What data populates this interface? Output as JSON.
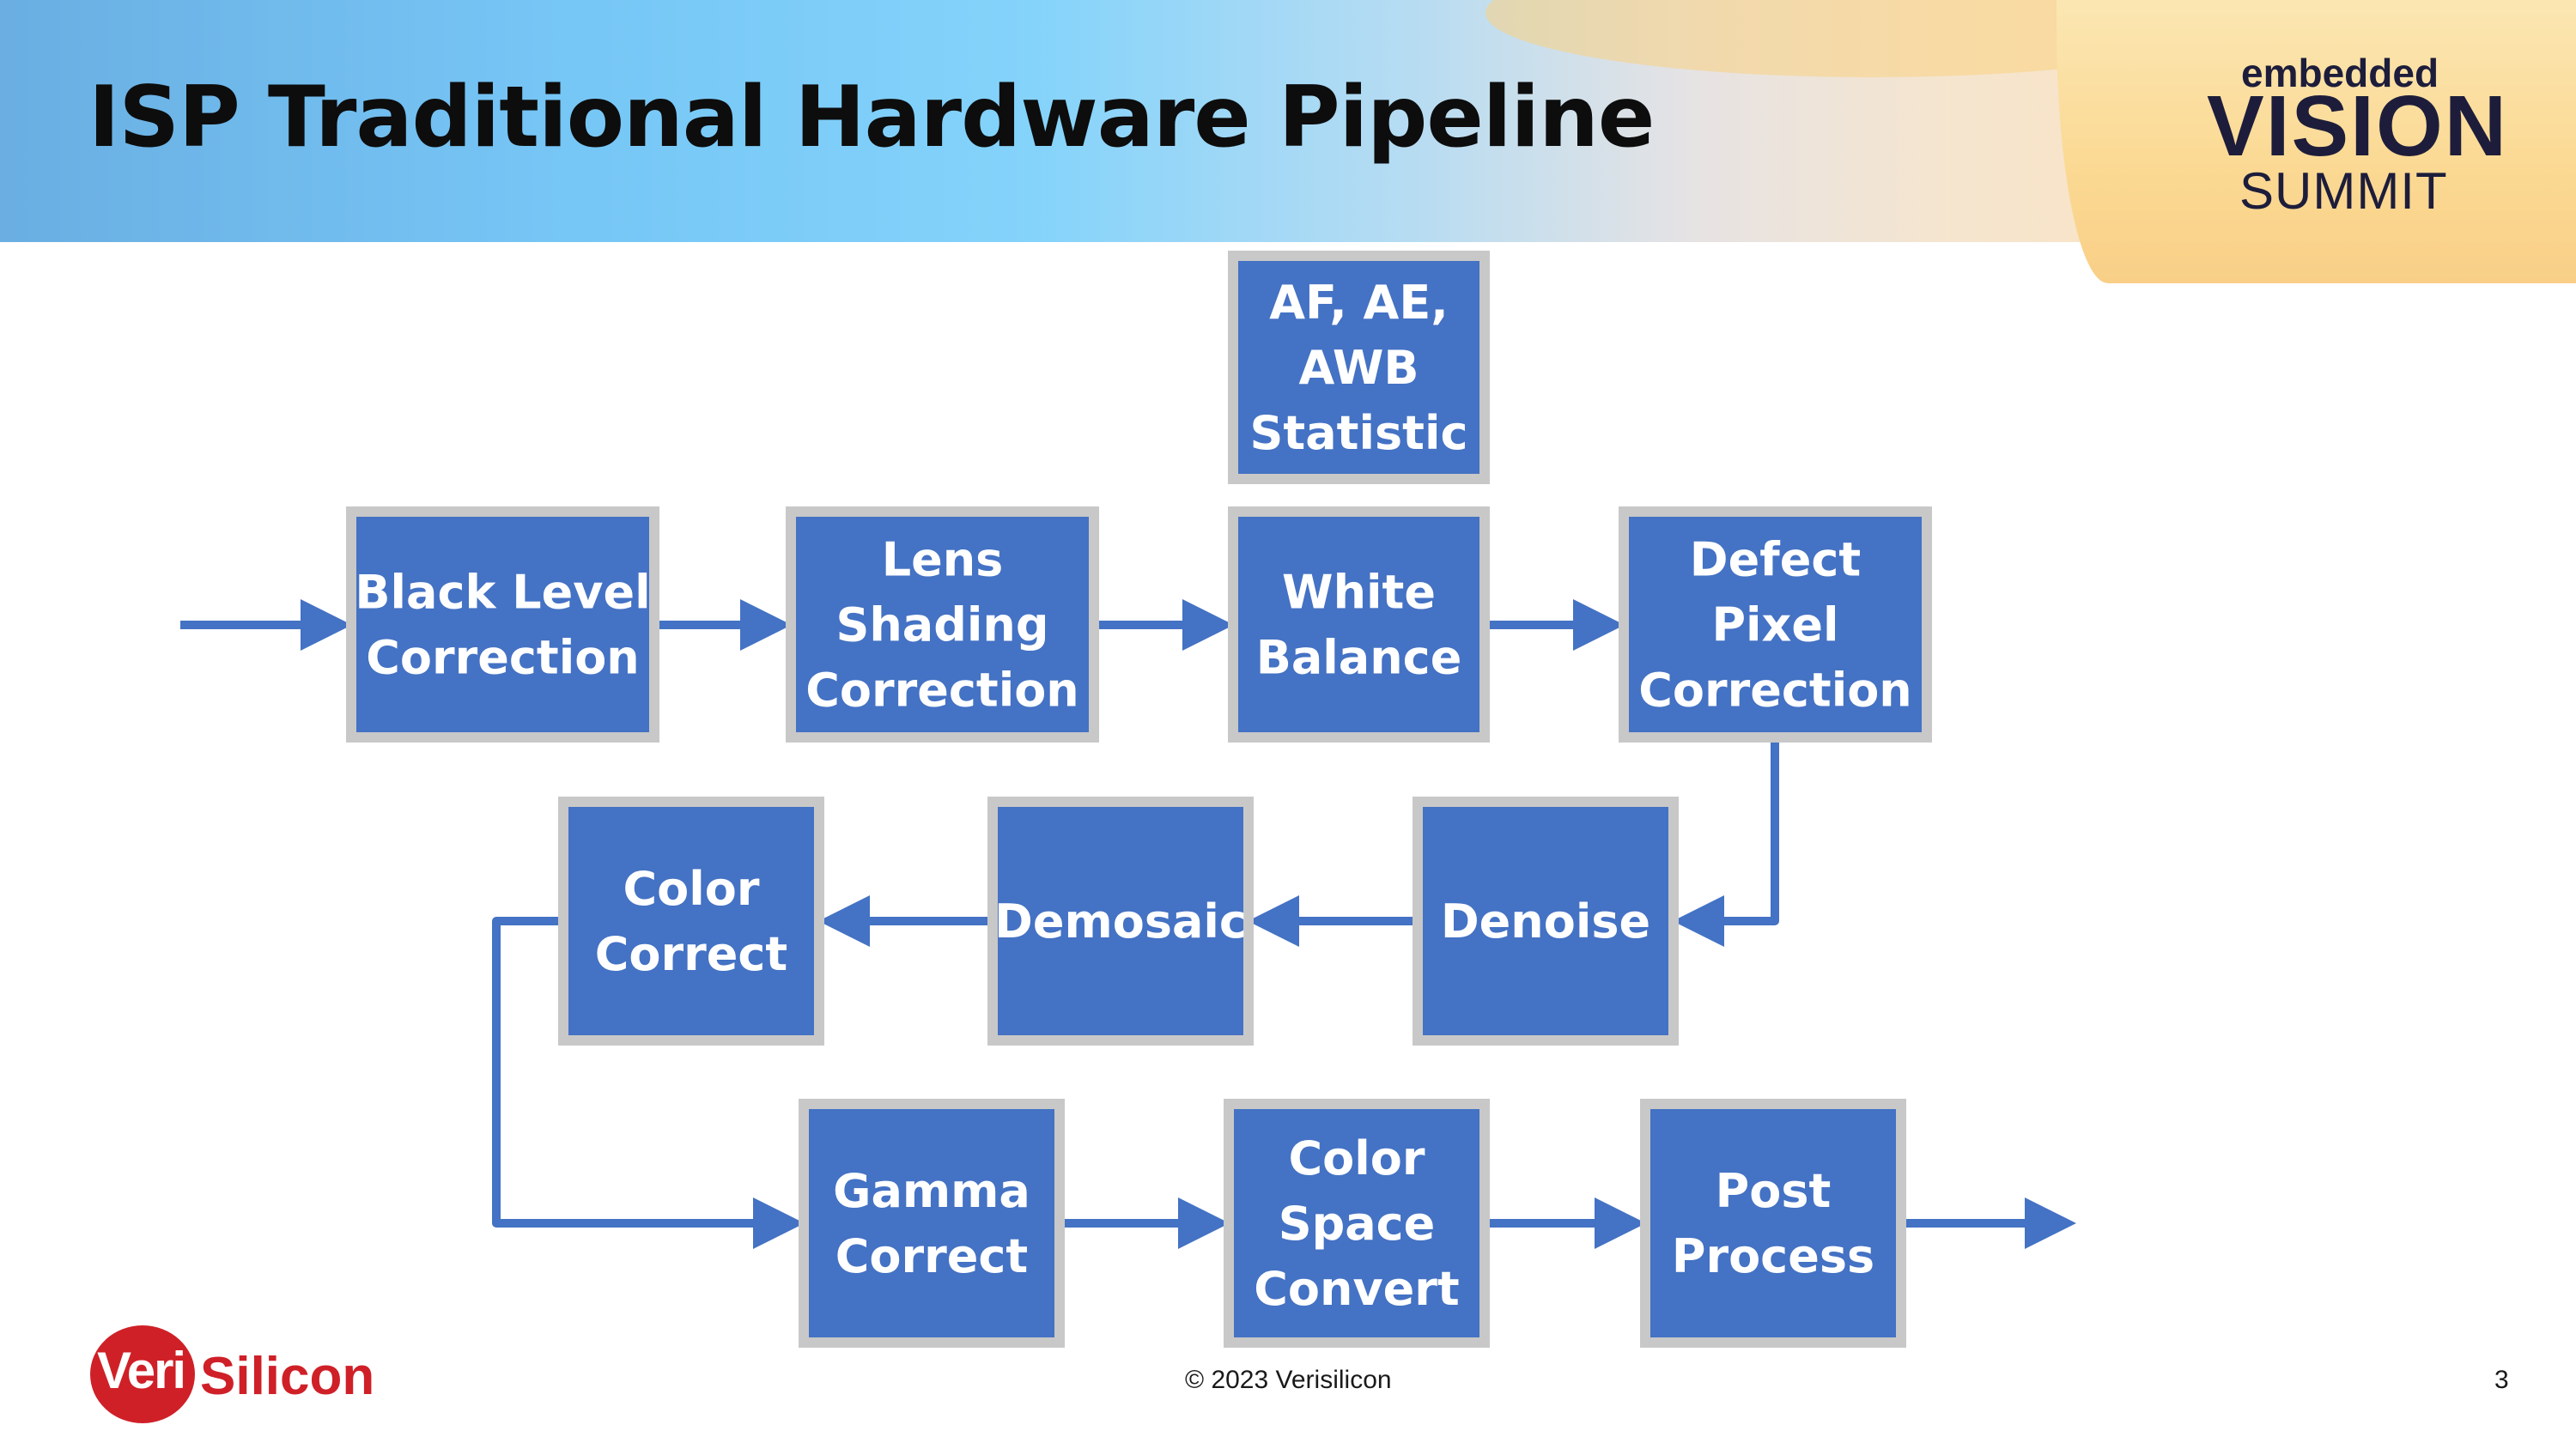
{
  "slide": {
    "title": "ISP Traditional Hardware Pipeline",
    "footer": "© 2023 Verisilicon",
    "page_number": "3"
  },
  "logos": {
    "event": {
      "line1": "embedded",
      "line2": "VISION",
      "line3": "SUMMIT"
    },
    "company": {
      "part1": "Veri",
      "part2": "Silicon"
    }
  },
  "colors": {
    "box_fill": "#4472c4",
    "box_border": "#c8c8c8",
    "arrow": "#4472c4"
  },
  "diagram": {
    "nodes": [
      {
        "id": "stats",
        "lines": [
          "AF, AE,",
          "AWB",
          "Statistic"
        ]
      },
      {
        "id": "blc",
        "lines": [
          "Black Level",
          "Correction"
        ]
      },
      {
        "id": "lsc",
        "lines": [
          "Lens",
          "Shading",
          "Correction"
        ]
      },
      {
        "id": "wb",
        "lines": [
          "White",
          "Balance"
        ]
      },
      {
        "id": "dpc",
        "lines": [
          "Defect",
          "Pixel",
          "Correction"
        ]
      },
      {
        "id": "denoise",
        "lines": [
          "Denoise"
        ]
      },
      {
        "id": "demosaic",
        "lines": [
          "Demosaic"
        ]
      },
      {
        "id": "cc",
        "lines": [
          "Color",
          "Correct"
        ]
      },
      {
        "id": "gamma",
        "lines": [
          "Gamma",
          "Correct"
        ]
      },
      {
        "id": "csc",
        "lines": [
          "Color",
          "Space",
          "Convert"
        ]
      },
      {
        "id": "post",
        "lines": [
          "Post",
          "Process"
        ]
      }
    ],
    "edges": [
      {
        "from": "input",
        "to": "blc"
      },
      {
        "from": "blc",
        "to": "lsc"
      },
      {
        "from": "lsc",
        "to": "wb"
      },
      {
        "from": "wb",
        "to": "dpc"
      },
      {
        "from": "dpc",
        "to": "denoise"
      },
      {
        "from": "denoise",
        "to": "demosaic"
      },
      {
        "from": "demosaic",
        "to": "cc"
      },
      {
        "from": "cc",
        "to": "gamma"
      },
      {
        "from": "gamma",
        "to": "csc"
      },
      {
        "from": "csc",
        "to": "post"
      },
      {
        "from": "post",
        "to": "output"
      }
    ]
  }
}
